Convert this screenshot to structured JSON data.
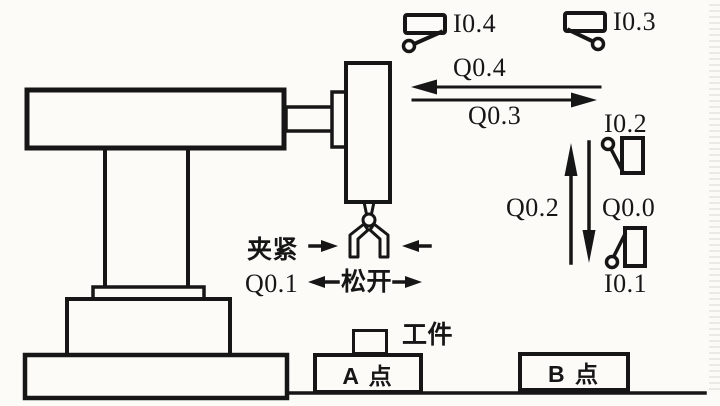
{
  "diagram": {
    "kind": "manipulator-plc-io-diagram",
    "colors": {
      "ink": "#161616",
      "paper": "#fcfbf8"
    },
    "io_labels": {
      "i04": "I0.4",
      "i03": "I0.3",
      "i02": "I0.2",
      "i01": "I0.1",
      "q04": "Q0.4",
      "q03": "Q0.3",
      "q02": "Q0.2",
      "q00": "Q0.0",
      "q01": "Q0.1"
    },
    "annotations": {
      "clamp": "夹紧",
      "release": "松开",
      "workpiece": "工件"
    },
    "positions": {
      "point_a": "A 点",
      "point_b": "B 点"
    }
  }
}
